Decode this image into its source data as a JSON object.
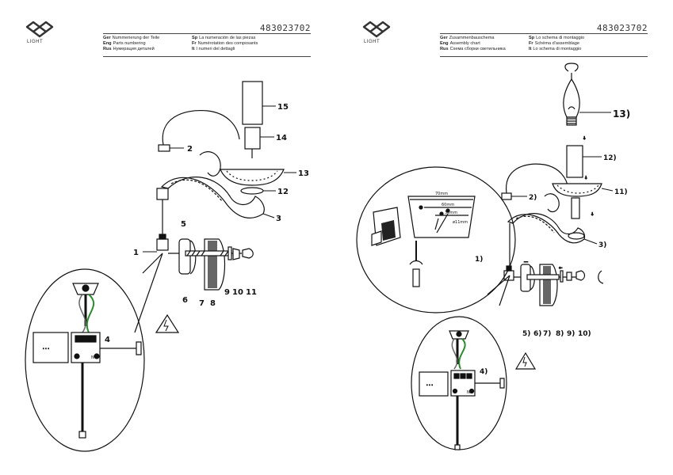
{
  "brand": {
    "logo_text": "LIGHT"
  },
  "left_page": {
    "code": "483023702",
    "header": [
      {
        "lang": "Ger",
        "text": "Nummerierung der Teile"
      },
      {
        "lang": "Eng",
        "text": "Parts numbering"
      },
      {
        "lang": "Rus",
        "text": "Нумерация деталей"
      },
      {
        "lang": "Sp",
        "text": "La numeración de las piezas"
      },
      {
        "lang": "Fr",
        "text": "Numérotation des composants"
      },
      {
        "lang": "It",
        "text": "I numeri del dettagli"
      }
    ],
    "labels": {
      "p1": "1",
      "p2": "2",
      "p3": "3",
      "p4": "4",
      "p5": "5",
      "p6": "6",
      "p7": "7",
      "p8": "8",
      "p9": "9",
      "p10": "10",
      "p11": "11",
      "p12": "12",
      "p13": "13",
      "p14": "14",
      "p15": "15"
    },
    "terminal": {
      "l": "L",
      "n": "N"
    }
  },
  "right_page": {
    "code": "483023702",
    "header": [
      {
        "lang": "Ger",
        "text": "Zusammenbauschema"
      },
      {
        "lang": "Eng",
        "text": "Assembly chart"
      },
      {
        "lang": "Rus",
        "text": "Схема сборки светильника"
      },
      {
        "lang": "Sp",
        "text": "Lo schema di montaggio"
      },
      {
        "lang": "Fr",
        "text": "Schéma d'assemblage"
      },
      {
        "lang": "It",
        "text": "Lo schema di montaggio"
      }
    ],
    "labels": {
      "p1": "1)",
      "p2": "2)",
      "p3": "3)",
      "p4": "4)",
      "p5": "5)",
      "p6": "6)",
      "p7": "7)",
      "p8": "8)",
      "p9": "9)",
      "p10": "10)",
      "p11": "11)",
      "p12": "12)",
      "p13": "13)"
    },
    "dimensions": {
      "d70": "70mm",
      "d60": "60mm",
      "d30": "30mm",
      "d11": "ø11mm"
    },
    "terminal": {
      "l": "L",
      "n": "N"
    }
  }
}
